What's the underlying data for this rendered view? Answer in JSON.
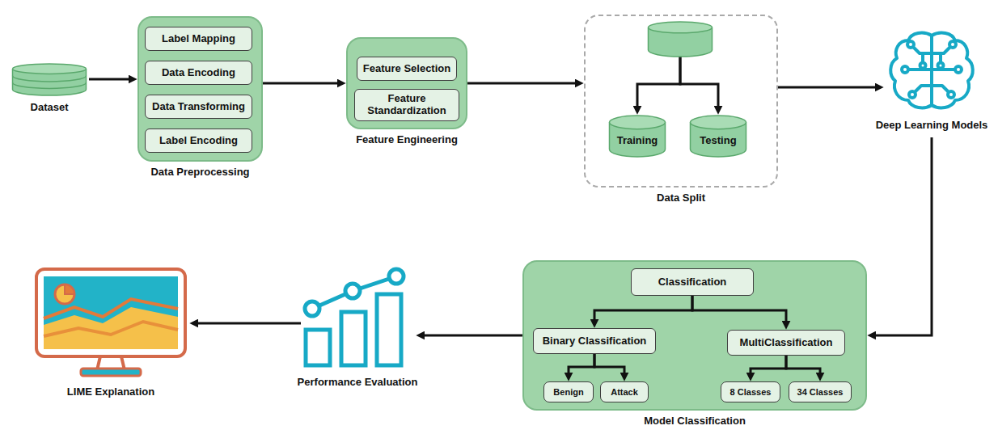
{
  "diagram": {
    "nodes": [
      {
        "text": [
          "Dataset"
        ]
      },
      {
        "text": [
          "Data Preprocessing"
        ]
      },
      {
        "text": [
          "Label Mapping"
        ],
        "in": 1
      },
      {
        "text": [
          "Data Encoding"
        ],
        "in": 1
      },
      {
        "text": [
          "Data Transforming"
        ],
        "in": 1
      },
      {
        "text": [
          "Label Encoding"
        ],
        "in": 1
      },
      {
        "text": [
          "Feature Engineering"
        ]
      },
      {
        "text": [
          "Feature Selection"
        ],
        "in": 6
      },
      {
        "text": [
          "Feature Standardization"
        ],
        "in": 6
      },
      {
        "text": [
          "Data Split"
        ]
      },
      {
        "text": [],
        "in": 9
      },
      {
        "text": [
          "Training"
        ],
        "in": 9
      },
      {
        "text": [
          "Testing"
        ],
        "in": 9
      },
      {
        "text": [
          "Deep Learning Models"
        ]
      },
      {
        "text": [
          "Model Classification"
        ]
      },
      {
        "text": [
          "Classification"
        ],
        "in": 14
      },
      {
        "text": [
          "Binary Classification"
        ],
        "in": 14
      },
      {
        "text": [
          "MultiClassification"
        ],
        "in": 14
      },
      {
        "text": [
          "Benign"
        ],
        "in": 14
      },
      {
        "text": [
          "Attack"
        ],
        "in": 14
      },
      {
        "text": [
          "8 Classes"
        ],
        "in": 14
      },
      {
        "text": [
          "34 Classes"
        ],
        "in": 14
      },
      {
        "text": [
          "Performance Evaluation"
        ]
      },
      {
        "text": [
          "LIME Explanation"
        ]
      }
    ],
    "edges": [
      {
        "from": 0,
        "to": 1,
        "arrow": "to"
      },
      {
        "from": 1,
        "to": 6,
        "arrow": "to"
      },
      {
        "from": 6,
        "to": 9,
        "arrow": "to"
      },
      {
        "from": 10,
        "to": 11,
        "arrow": "to"
      },
      {
        "from": 10,
        "to": 12,
        "arrow": "to"
      },
      {
        "from": 9,
        "to": 13,
        "arrow": "to"
      },
      {
        "from": 13,
        "to": 14,
        "arrow": "to"
      },
      {
        "from": 15,
        "to": 16,
        "arrow": "to"
      },
      {
        "from": 15,
        "to": 17,
        "arrow": "to"
      },
      {
        "from": 16,
        "to": 18,
        "arrow": "to"
      },
      {
        "from": 16,
        "to": 19,
        "arrow": "to"
      },
      {
        "from": 17,
        "to": 20,
        "arrow": "to"
      },
      {
        "from": 17,
        "to": 21,
        "arrow": "to"
      },
      {
        "from": 14,
        "to": 22,
        "arrow": "to"
      },
      {
        "from": 22,
        "to": 23,
        "arrow": "to"
      }
    ]
  }
}
